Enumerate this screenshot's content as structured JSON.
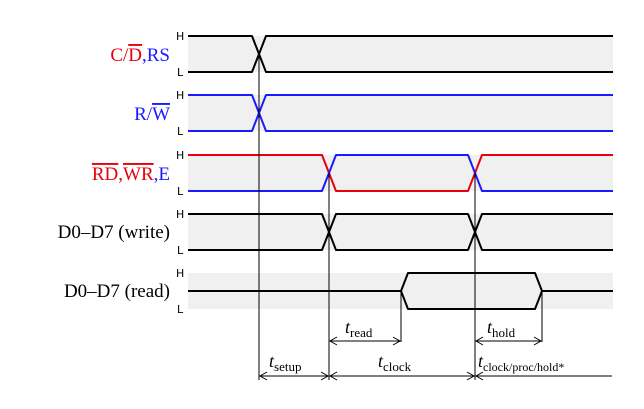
{
  "colors": {
    "black": "#000000",
    "red": "#e8000b",
    "blue": "#1a1aff",
    "band": "#f0f0f0"
  },
  "levels": {
    "high": "H",
    "low": "L"
  },
  "signals": [
    {
      "id": "cd-rs",
      "label_parts": [
        {
          "text": "C/",
          "color": "red",
          "overline": false
        },
        {
          "text": "D",
          "color": "red",
          "overline": true
        },
        {
          "text": ",RS",
          "color": "blue",
          "overline": false
        }
      ]
    },
    {
      "id": "rw",
      "label_parts": [
        {
          "text": "R/",
          "color": "blue",
          "overline": false
        },
        {
          "text": "W",
          "color": "blue",
          "overline": true
        }
      ]
    },
    {
      "id": "rd-wr-e",
      "label_parts": [
        {
          "text": "RD",
          "color": "red",
          "overline": true
        },
        {
          "text": ",",
          "color": "red",
          "overline": false
        },
        {
          "text": "WR",
          "color": "red",
          "overline": true
        },
        {
          "text": ",E",
          "color": "blue",
          "overline": false
        }
      ]
    },
    {
      "id": "d-write",
      "label_parts": [
        {
          "text": "D0–D7 (write)",
          "color": "black",
          "overline": false
        }
      ]
    },
    {
      "id": "d-read",
      "label_parts": [
        {
          "text": "D0–D7 (read)",
          "color": "black",
          "overline": false
        }
      ]
    }
  ],
  "timing_labels": {
    "t_read": {
      "base": "t",
      "sub": "read"
    },
    "t_hold": {
      "base": "t",
      "sub": "hold"
    },
    "t_setup": {
      "base": "t",
      "sub": "setup"
    },
    "t_clock": {
      "base": "t",
      "sub": "clock"
    },
    "t_clock_proc_hold": {
      "base": "t",
      "sub": "clock/proc/hold*"
    }
  }
}
